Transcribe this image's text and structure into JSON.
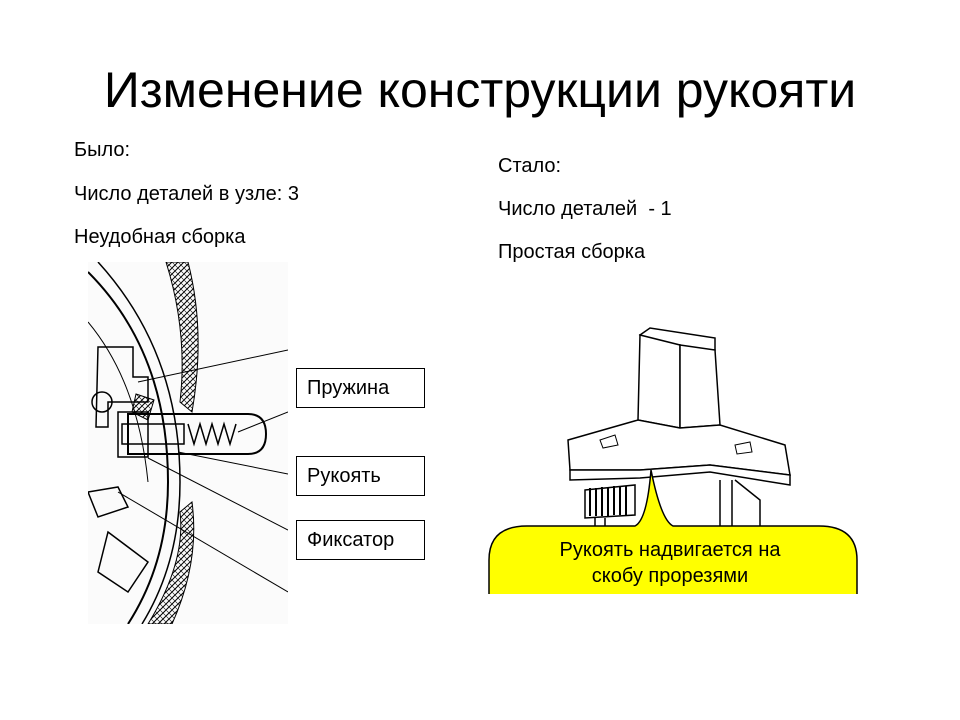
{
  "slide": {
    "title": "Изменение конструкции рукояти"
  },
  "before": {
    "heading": "Было:",
    "line1": "Число деталей в узле: 3",
    "line2": "Неудобная сборка"
  },
  "after": {
    "heading": "Стало:",
    "line1": "Число деталей  - 1",
    "line2": "Простая сборка"
  },
  "labels": {
    "spring": "Пружина",
    "handle": "Рукоять",
    "latch": "Фиксатор"
  },
  "callout": {
    "line1": "Рукоять надвигается на",
    "line2": "скобу прорезями",
    "color": "#ffff00"
  }
}
